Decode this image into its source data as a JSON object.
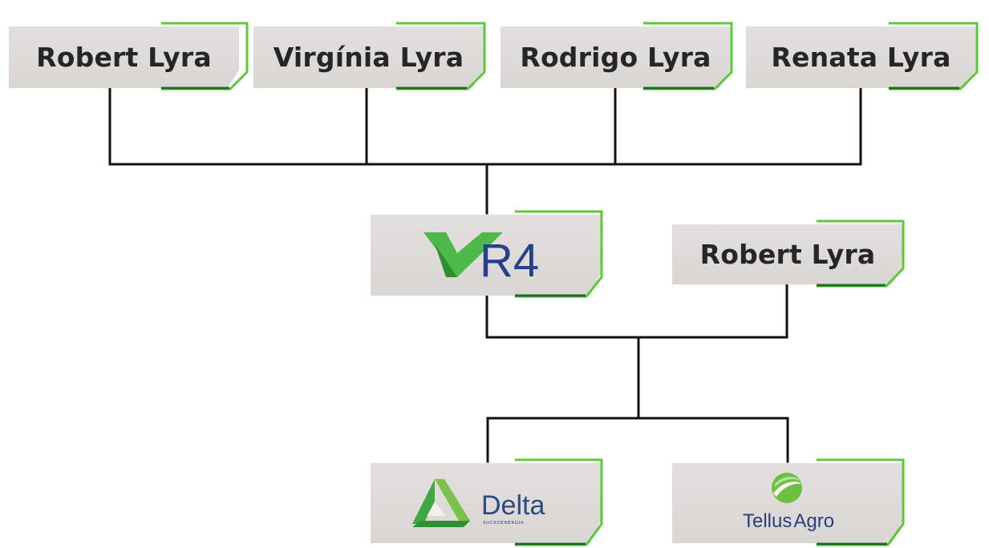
{
  "colors": {
    "box_fill": "#dcd9d7",
    "accent_green": "#5cc93a",
    "accent_dark": "#1d6b22",
    "line": "#111111",
    "text": "#262626",
    "vr4_blue": "#27408b",
    "delta_blue": "#2d4a80",
    "tellus_blue": "#2a3f7a"
  },
  "owners": [
    {
      "name": "Robert Lyra"
    },
    {
      "name": "Virgínia Lyra"
    },
    {
      "name": "Rodrigo Lyra"
    },
    {
      "name": "Renata Lyra"
    }
  ],
  "holding": {
    "logo_text": "R4",
    "icon": "green-checkmark-icon"
  },
  "partner": {
    "name": "Robert Lyra"
  },
  "subsidiaries": [
    {
      "name": "Delta",
      "subtitle": "SUCROENERGIA",
      "icon": "delta-triangle-icon"
    },
    {
      "name_part1": "Tellus",
      "name_part2": "Agro",
      "icon": "tellus-globe-icon"
    }
  ]
}
